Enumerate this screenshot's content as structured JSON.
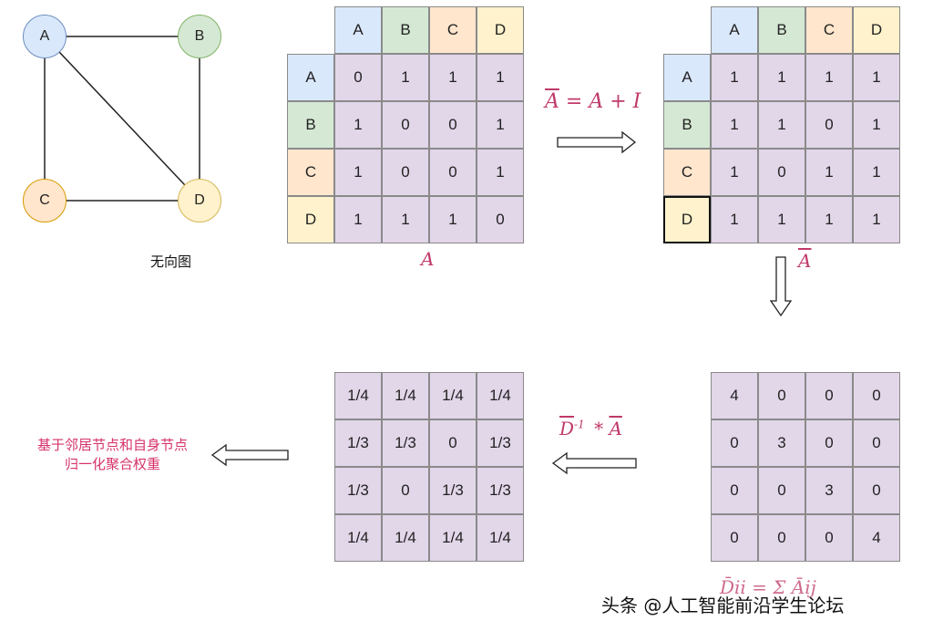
{
  "graph": {
    "caption": "无向图",
    "nodes": {
      "A": "A",
      "B": "B",
      "C": "C",
      "D": "D"
    },
    "colors": {
      "A": "#dae8fc",
      "B": "#d5e8d4",
      "C": "#ffe6cc",
      "D": "#fff2cc",
      "A_border": "#6c8ebf",
      "B_border": "#82b366",
      "C_border": "#d79b00",
      "D_border": "#d6b656"
    },
    "edges": [
      [
        "A",
        "B"
      ],
      [
        "A",
        "C"
      ],
      [
        "A",
        "D"
      ],
      [
        "B",
        "D"
      ],
      [
        "C",
        "D"
      ]
    ]
  },
  "matrix_A": {
    "col_headers": [
      "A",
      "B",
      "C",
      "D"
    ],
    "row_headers": [
      "A",
      "B",
      "C",
      "D"
    ],
    "values": [
      [
        "0",
        "1",
        "1",
        "1"
      ],
      [
        "1",
        "0",
        "0",
        "1"
      ],
      [
        "1",
        "0",
        "0",
        "1"
      ],
      [
        "1",
        "1",
        "1",
        "0"
      ]
    ],
    "label": "A"
  },
  "step1": {
    "formula_lhs": "A",
    "formula_rhs": "= A + I"
  },
  "matrix_A_bar": {
    "col_headers": [
      "A",
      "B",
      "C",
      "D"
    ],
    "row_headers": [
      "A",
      "B",
      "C",
      "D"
    ],
    "values": [
      [
        "1",
        "1",
        "1",
        "1"
      ],
      [
        "1",
        "1",
        "0",
        "1"
      ],
      [
        "1",
        "0",
        "1",
        "1"
      ],
      [
        "1",
        "1",
        "1",
        "1"
      ]
    ],
    "label": "A"
  },
  "matrix_D": {
    "values": [
      [
        "4",
        "0",
        "0",
        "0"
      ],
      [
        "0",
        "3",
        "0",
        "0"
      ],
      [
        "0",
        "0",
        "3",
        "0"
      ],
      [
        "0",
        "0",
        "0",
        "4"
      ]
    ],
    "formula_partial": "D̄ii = Σ Āij"
  },
  "step3": {
    "D": "D",
    "exp": "-1",
    "star": "*",
    "A": "A"
  },
  "matrix_norm": {
    "values": [
      [
        "1/4",
        "1/4",
        "1/4",
        "1/4"
      ],
      [
        "1/3",
        "1/3",
        "0",
        "1/3"
      ],
      [
        "1/3",
        "0",
        "1/3",
        "1/3"
      ],
      [
        "1/4",
        "1/4",
        "1/4",
        "1/4"
      ]
    ]
  },
  "result_text": {
    "line1": "基于邻居节点和自身节点",
    "line2": "归一化聚合权重"
  },
  "watermark": "头条 @人工智能前沿学生论坛"
}
